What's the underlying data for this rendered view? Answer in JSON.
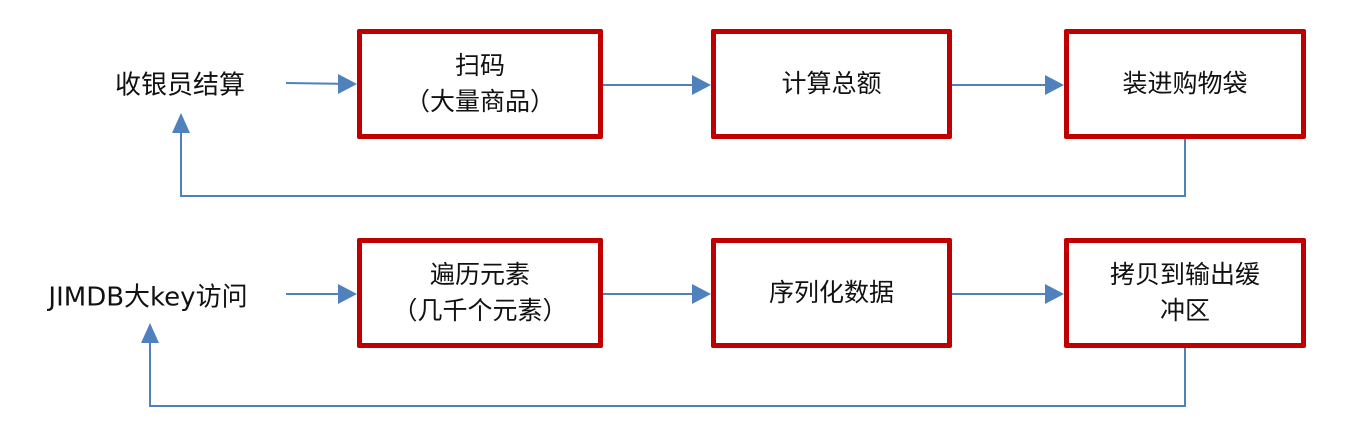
{
  "colors": {
    "box_border": "#C00000",
    "arrow": "#4F81BD"
  },
  "rows": [
    {
      "label": "收银员结算",
      "steps": [
        {
          "lines": [
            "扫码",
            "（大量商品）"
          ]
        },
        {
          "lines": [
            "计算总额"
          ]
        },
        {
          "lines": [
            "装进购物袋"
          ]
        }
      ]
    },
    {
      "label": "JIMDB大key访问",
      "steps": [
        {
          "lines": [
            "遍历元素",
            "（几千个元素）"
          ]
        },
        {
          "lines": [
            "序列化数据"
          ]
        },
        {
          "lines": [
            "拷贝到输出缓",
            "冲区"
          ]
        }
      ]
    }
  ]
}
